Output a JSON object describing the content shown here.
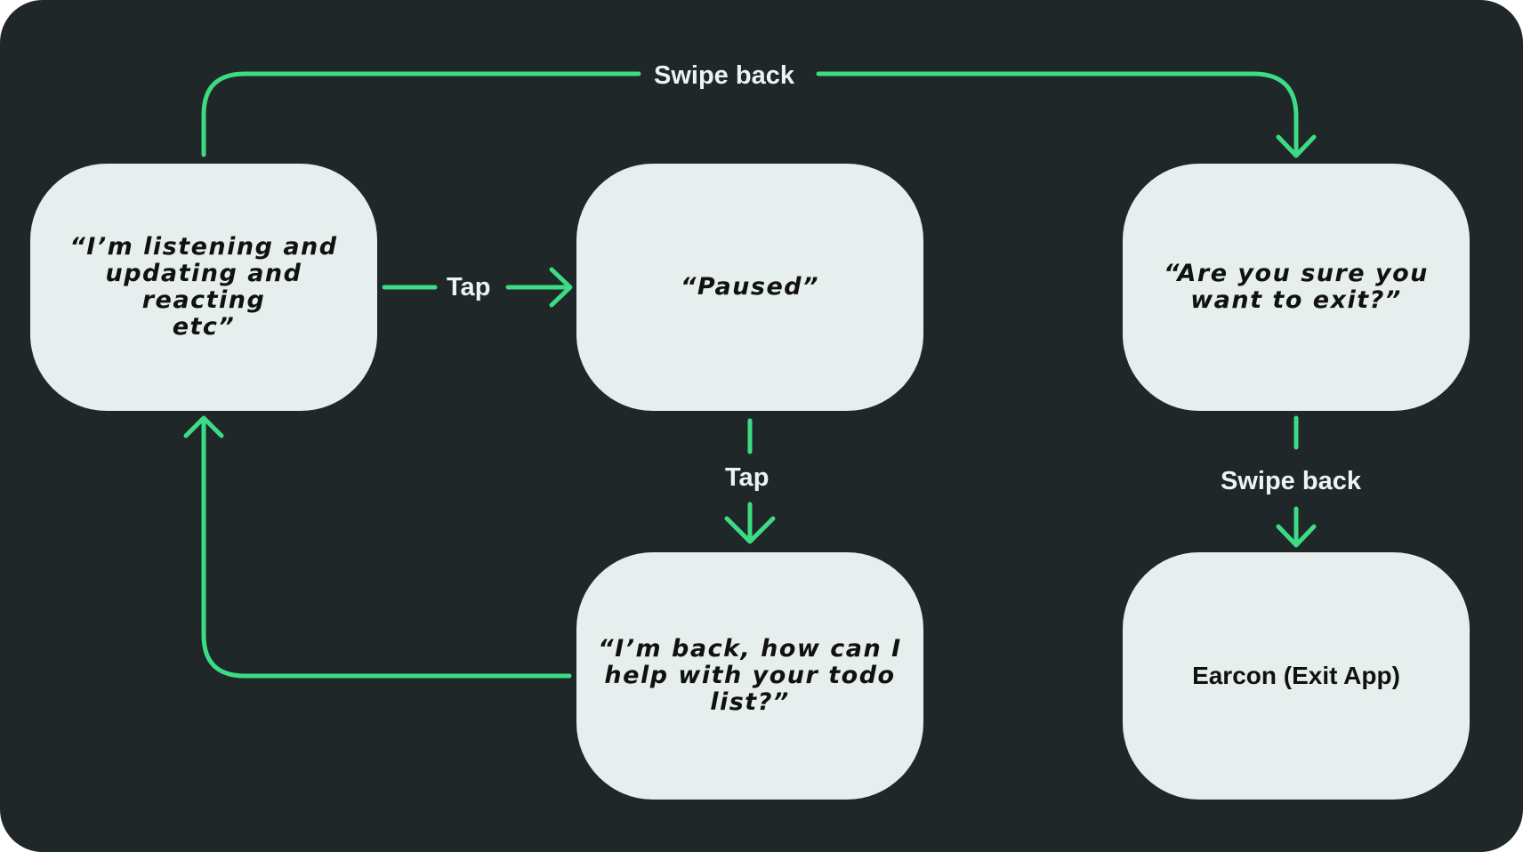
{
  "nodes": {
    "listening": "“I’m listening and\nupdating and reacting\netc”",
    "paused": "“Paused”",
    "confirm_exit": "“Are you sure you\nwant to exit?”",
    "back": "“I’m back, how can I\nhelp with your todo\nlist?”",
    "earcon": "Earcon (Exit App)"
  },
  "edges": {
    "listening_to_confirm": "Swipe back",
    "listening_to_paused": "Tap",
    "paused_to_back": "Tap",
    "confirm_to_earcon": "Swipe back"
  },
  "colors": {
    "background": "#1f2728",
    "node_fill": "#e7efee",
    "connector": "#3ddc84",
    "label_text": "#eef3f2"
  }
}
